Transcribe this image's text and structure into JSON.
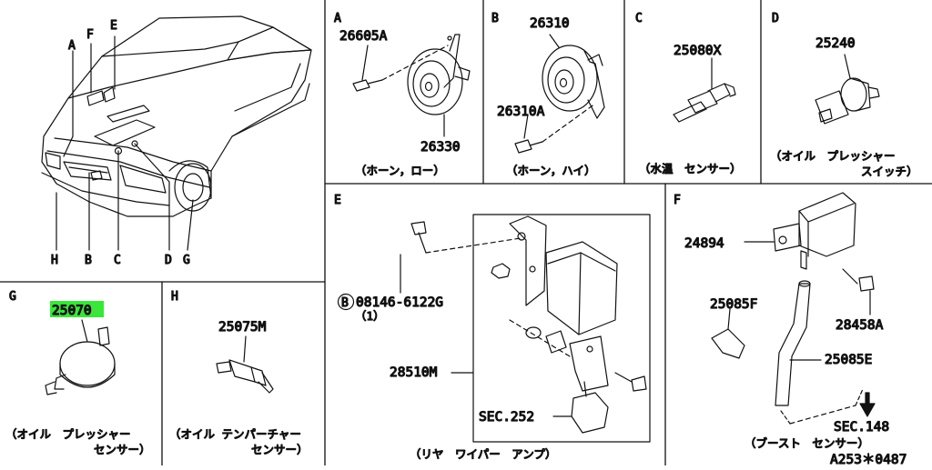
{
  "overview": {
    "callouts": [
      "A",
      "B",
      "C",
      "D",
      "E",
      "F",
      "G",
      "H"
    ]
  },
  "panels": {
    "A": {
      "letter": "A",
      "parts": [
        "26605A",
        "26330"
      ],
      "caption": [
        "（ホーン，ロー）"
      ]
    },
    "B": {
      "letter": "B",
      "parts": [
        "26310",
        "26310A"
      ],
      "caption": [
        "（ホーン，ハイ）"
      ]
    },
    "C": {
      "letter": "C",
      "parts": [
        "25080X"
      ],
      "caption": [
        "（水温　センサー）"
      ]
    },
    "D": {
      "letter": "D",
      "parts": [
        "25240"
      ],
      "caption": [
        "（オイル　プレッシャー",
        "スイッチ）"
      ]
    },
    "E": {
      "letter": "E",
      "parts": [
        "08146-6122G",
        "（1）",
        "28510M",
        "SEC.252"
      ],
      "bolt_marker": "B",
      "caption": [
        "（リヤ　ワイパー　アンプ）"
      ]
    },
    "F": {
      "letter": "F",
      "parts": [
        "24894",
        "25085F",
        "28458A",
        "25085E",
        "SEC.148"
      ],
      "caption": [
        "（ブースト　センサー）"
      ]
    },
    "G": {
      "letter": "G",
      "parts": [
        "25070"
      ],
      "highlight_color": "#39e639",
      "caption": [
        "（オイル　プレッシャー",
        "センサー）"
      ]
    },
    "H": {
      "letter": "H",
      "parts": [
        "25075M"
      ],
      "caption": [
        "（オイル テンパーチャー",
        "センサー）"
      ]
    }
  },
  "diagram_code": "A253＊0487"
}
